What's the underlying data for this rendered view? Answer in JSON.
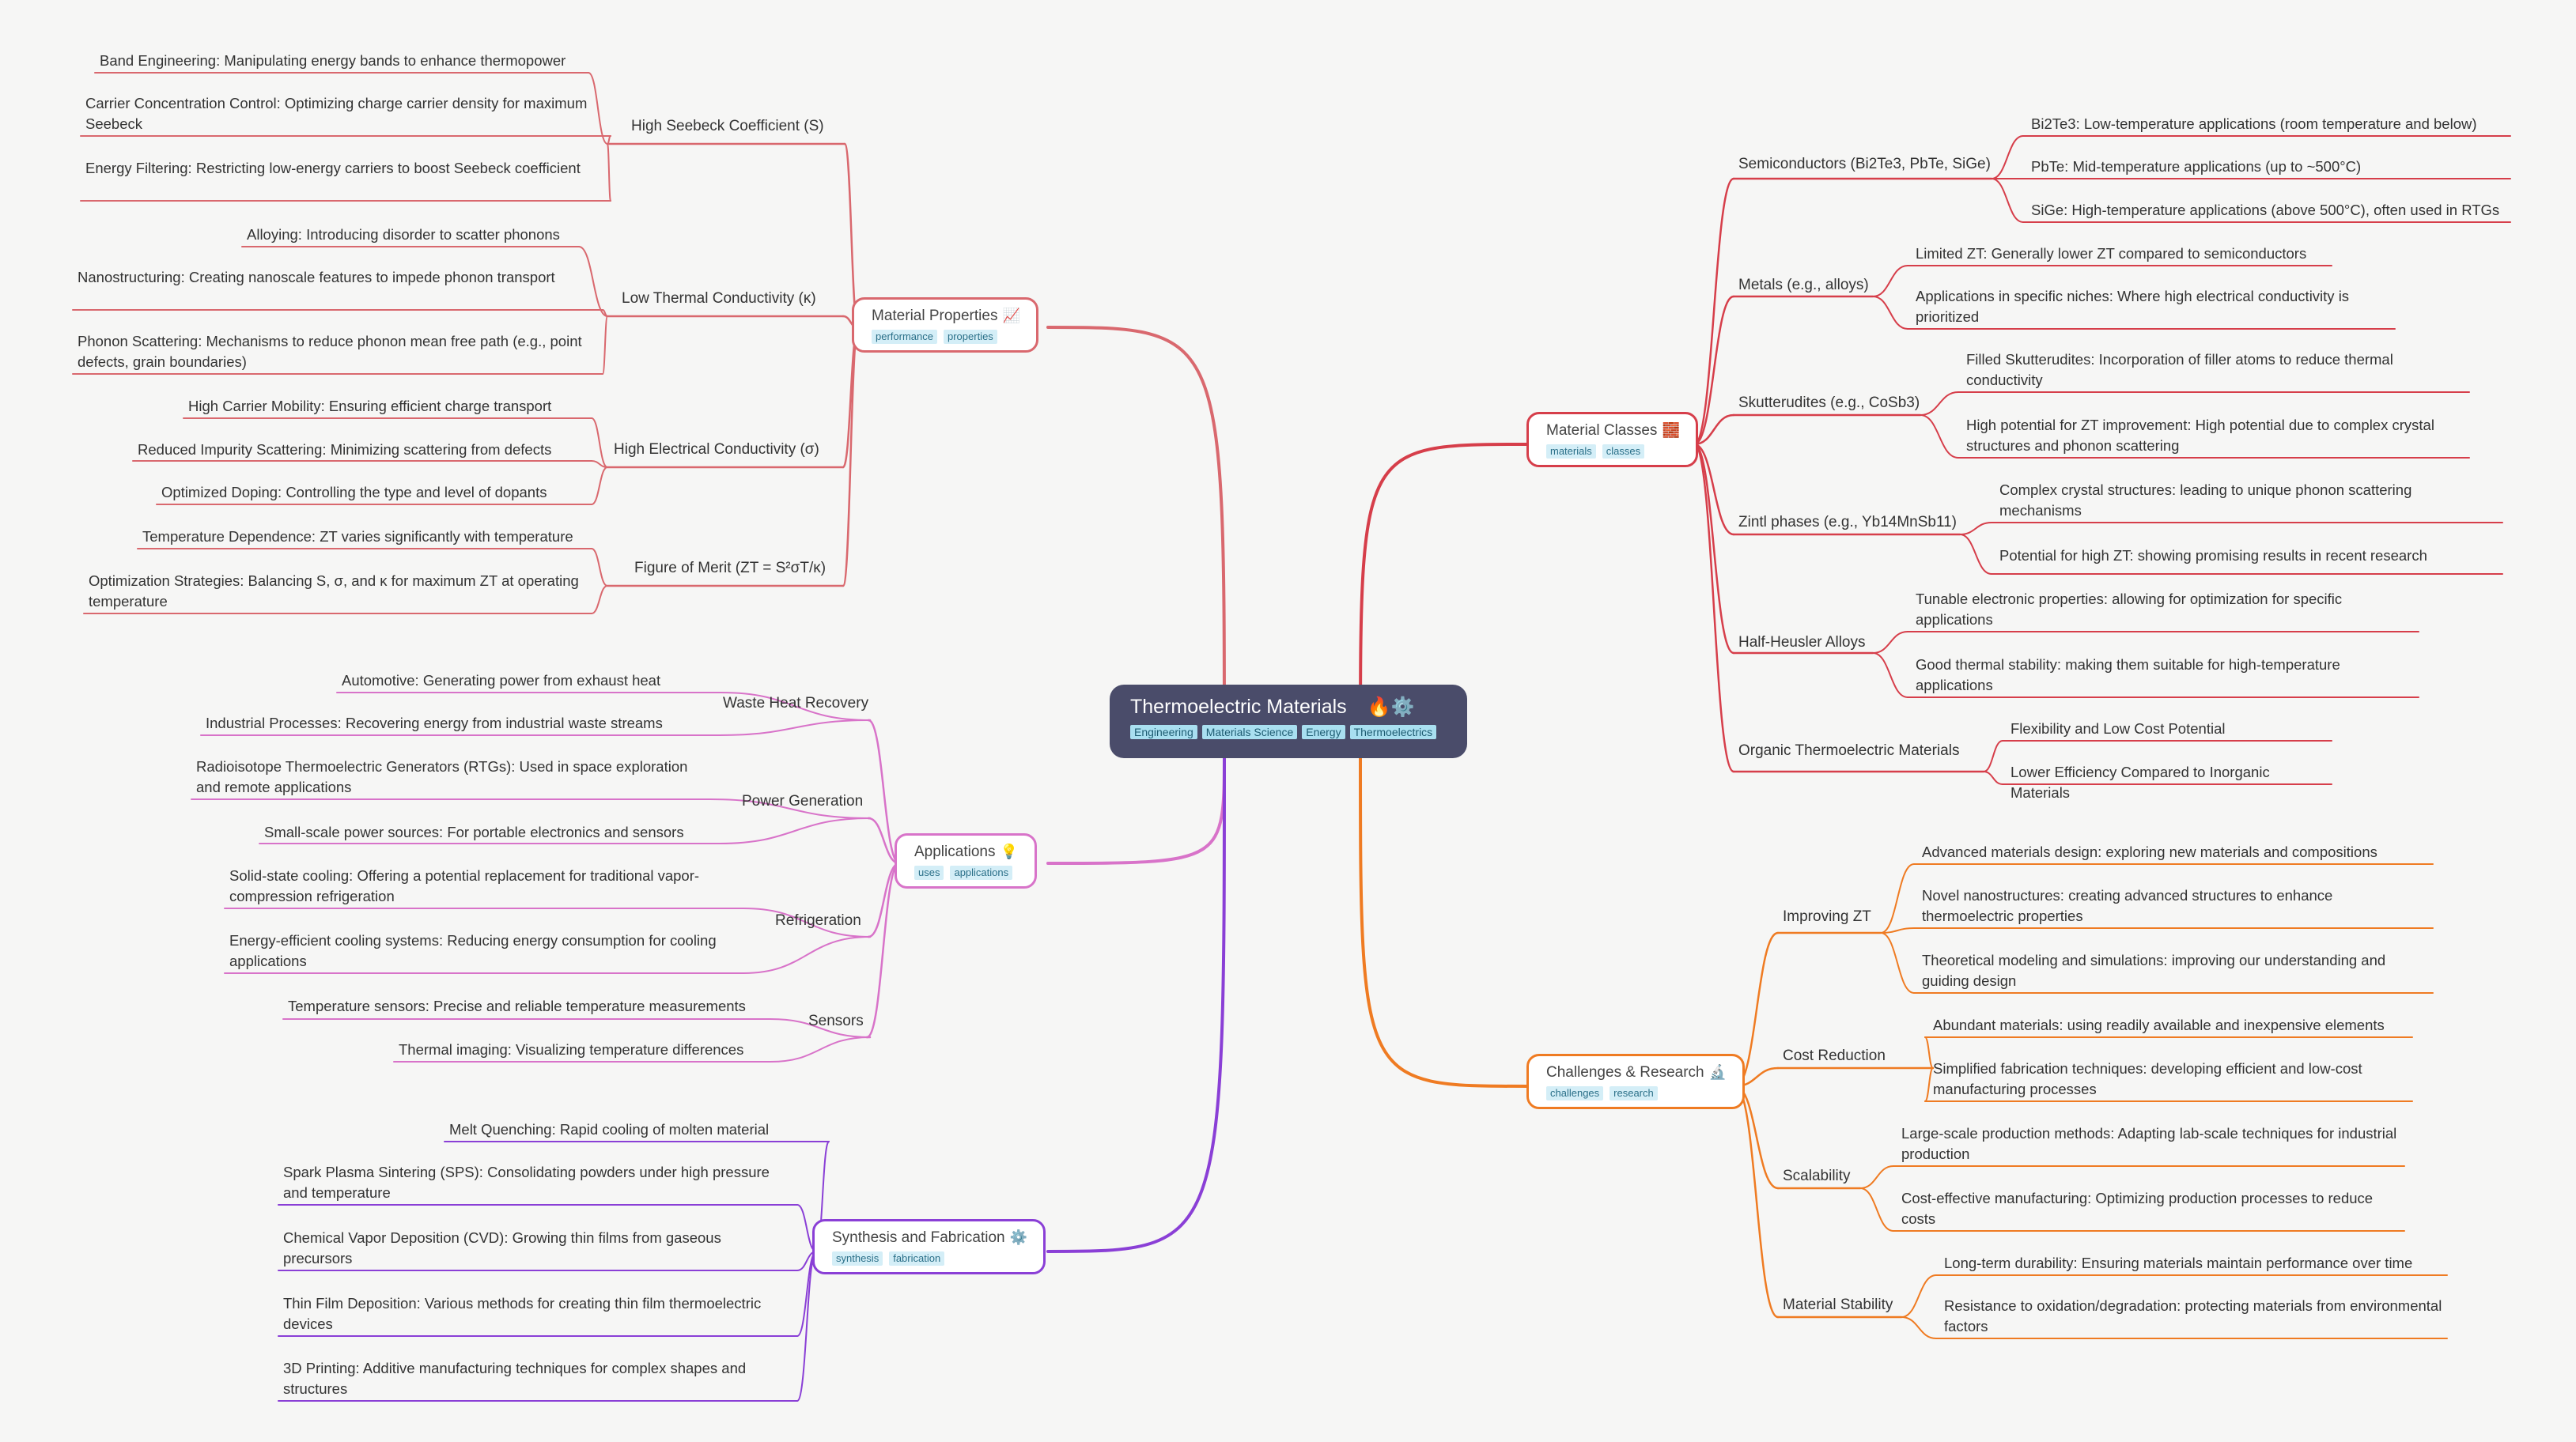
{
  "center": {
    "title": "Thermoelectric Materials",
    "emoji": "🔥⚙️",
    "tags": [
      "Engineering",
      "Materials Science",
      "Energy",
      "Thermoelectrics"
    ]
  },
  "branches": [
    {
      "id": "material-properties",
      "title": "Material Properties",
      "emoji": "📈",
      "color": "#d9686e",
      "tags": [
        "performance",
        "properties"
      ],
      "groups": [
        {
          "label": "High Seebeck Coefficient (S)",
          "items": [
            "Band Engineering:  Manipulating energy bands to enhance thermopower",
            "Carrier Concentration Control: Optimizing charge carrier density for maximum Seebeck",
            "Energy Filtering:  Restricting low-energy carriers to boost Seebeck coefficient"
          ]
        },
        {
          "label": "Low Thermal Conductivity (κ)",
          "items": [
            "Alloying: Introducing disorder to scatter phonons",
            "Nanostructuring:  Creating nanoscale features to impede phonon transport",
            "Phonon Scattering:  Mechanisms to reduce phonon mean free path (e.g., point defects, grain boundaries)"
          ]
        },
        {
          "label": "High Electrical Conductivity (σ)",
          "items": [
            "High Carrier Mobility: Ensuring efficient charge transport",
            "Reduced Impurity Scattering: Minimizing scattering from defects",
            "Optimized Doping:  Controlling the type and level of dopants"
          ]
        },
        {
          "label": "Figure of Merit (ZT = S²σT/κ)",
          "items": [
            "Temperature Dependence: ZT varies significantly with temperature",
            "Optimization Strategies:  Balancing S, σ, and κ for maximum ZT at operating temperature"
          ]
        }
      ]
    },
    {
      "id": "applications",
      "title": "Applications",
      "emoji": "💡",
      "color": "#d873c9",
      "tags": [
        "uses",
        "applications"
      ],
      "groups": [
        {
          "label": "Waste Heat Recovery",
          "items": [
            "Automotive:  Generating power from exhaust heat",
            "Industrial Processes:  Recovering energy from industrial waste streams"
          ]
        },
        {
          "label": "Power Generation",
          "items": [
            "Radioisotope Thermoelectric Generators (RTGs):  Used in space exploration and remote applications",
            "Small-scale power sources:  For portable electronics and sensors"
          ]
        },
        {
          "label": "Refrigeration",
          "items": [
            "Solid-state cooling:  Offering a potential replacement for traditional vapor-compression refrigeration",
            "Energy-efficient cooling systems:  Reducing energy consumption for cooling applications"
          ]
        },
        {
          "label": "Sensors",
          "items": [
            "Temperature sensors:  Precise and reliable temperature measurements",
            "Thermal imaging:  Visualizing temperature differences"
          ]
        }
      ]
    },
    {
      "id": "synthesis",
      "title": "Synthesis and Fabrication",
      "emoji": "⚙️",
      "color": "#8a3fd6",
      "tags": [
        "synthesis",
        "fabrication"
      ],
      "items": [
        "Melt Quenching: Rapid cooling of molten material",
        "Spark Plasma Sintering (SPS):  Consolidating powders under high pressure and temperature",
        "Chemical Vapor Deposition (CVD):  Growing thin films from gaseous precursors",
        "Thin Film Deposition: Various methods for creating thin film thermoelectric devices",
        "3D Printing: Additive manufacturing techniques for complex shapes and structures"
      ]
    },
    {
      "id": "material-classes",
      "title": "Material Classes",
      "emoji": "🧱",
      "color": "#d63e4a",
      "tags": [
        "materials",
        "classes"
      ],
      "groups": [
        {
          "label": "Semiconductors (Bi2Te3, PbTe, SiGe)",
          "items": [
            "Bi2Te3:  Low-temperature applications (room temperature and below)",
            "PbTe: Mid-temperature applications (up to ~500°C)",
            "SiGe: High-temperature applications (above 500°C), often used in RTGs"
          ]
        },
        {
          "label": "Metals (e.g., alloys)",
          "items": [
            "Limited ZT: Generally lower ZT compared to semiconductors",
            "Applications in specific niches:  Where high electrical conductivity is prioritized"
          ]
        },
        {
          "label": "Skutterudites (e.g., CoSb3)",
          "items": [
            "Filled Skutterudites:  Incorporation of filler atoms to reduce thermal conductivity",
            "High potential for ZT improvement:  High potential due to complex crystal structures and phonon scattering"
          ]
        },
        {
          "label": "Zintl phases (e.g., Yb14MnSb11)",
          "items": [
            "Complex crystal structures: leading to unique phonon scattering mechanisms",
            "Potential for high ZT: showing promising results in recent research"
          ]
        },
        {
          "label": "Half-Heusler Alloys",
          "items": [
            "Tunable electronic properties: allowing for optimization for specific applications",
            "Good thermal stability: making them suitable for high-temperature applications"
          ]
        },
        {
          "label": "Organic Thermoelectric Materials",
          "items": [
            "Flexibility and Low Cost Potential",
            "Lower Efficiency Compared to Inorganic Materials"
          ]
        }
      ]
    },
    {
      "id": "challenges",
      "title": "Challenges & Research",
      "emoji": "🔬",
      "color": "#ef7b22",
      "tags": [
        "challenges",
        "research"
      ],
      "groups": [
        {
          "label": "Improving ZT",
          "items": [
            "Advanced materials design: exploring new materials and compositions",
            "Novel nanostructures: creating advanced structures to enhance thermoelectric properties",
            "Theoretical modeling and simulations: improving our understanding and guiding design"
          ]
        },
        {
          "label": "Cost Reduction",
          "items": [
            "Abundant materials: using readily available and inexpensive elements",
            "Simplified fabrication techniques: developing efficient and low-cost manufacturing processes"
          ]
        },
        {
          "label": "Scalability",
          "items": [
            "Large-scale production methods:  Adapting lab-scale techniques for industrial production",
            "Cost-effective manufacturing:  Optimizing production processes to reduce costs"
          ]
        },
        {
          "label": "Material Stability",
          "items": [
            "Long-term durability:  Ensuring materials maintain performance over time",
            "Resistance to oxidation/degradation: protecting materials from environmental factors"
          ]
        }
      ]
    }
  ]
}
